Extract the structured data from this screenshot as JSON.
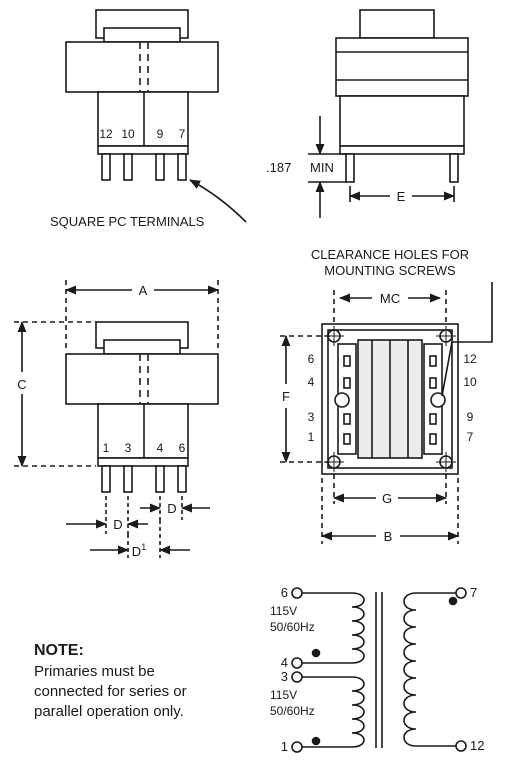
{
  "labels": {
    "square_pc_terminals": "SQUARE PC TERMINALS",
    "clearance_holes_line1": "CLEARANCE HOLES FOR",
    "clearance_holes_line2": "MOUNTING SCREWS",
    "dim_187": ".187",
    "dim_min": "MIN",
    "dim_a": "A",
    "dim_b": "B",
    "dim_c": "C",
    "dim_d": "D",
    "dim_d_right": "D",
    "dim_d1_base": "D",
    "dim_d1_sup": "1",
    "dim_e": "E",
    "dim_f": "F",
    "dim_g": "G",
    "dim_mc": "MC"
  },
  "top_view_pins": [
    "12",
    "10",
    "9",
    "7"
  ],
  "front_view_pins": [
    "1",
    "3",
    "4",
    "6"
  ],
  "bottom_view": {
    "left_pins": [
      "6",
      "4",
      "3",
      "1"
    ],
    "right_pins": [
      "12",
      "10",
      "9",
      "7"
    ]
  },
  "schematic": {
    "pins": {
      "p6": "6",
      "p4": "4",
      "p3": "3",
      "p1": "1",
      "p7": "7",
      "p12": "12"
    },
    "winding_top": {
      "voltage": "115V",
      "freq": "50/60Hz"
    },
    "winding_bottom": {
      "voltage": "115V",
      "freq": "50/60Hz"
    }
  },
  "note": {
    "title": "NOTE:",
    "lines": [
      "Primaries must be",
      "connected for series or",
      "parallel operation only."
    ]
  }
}
